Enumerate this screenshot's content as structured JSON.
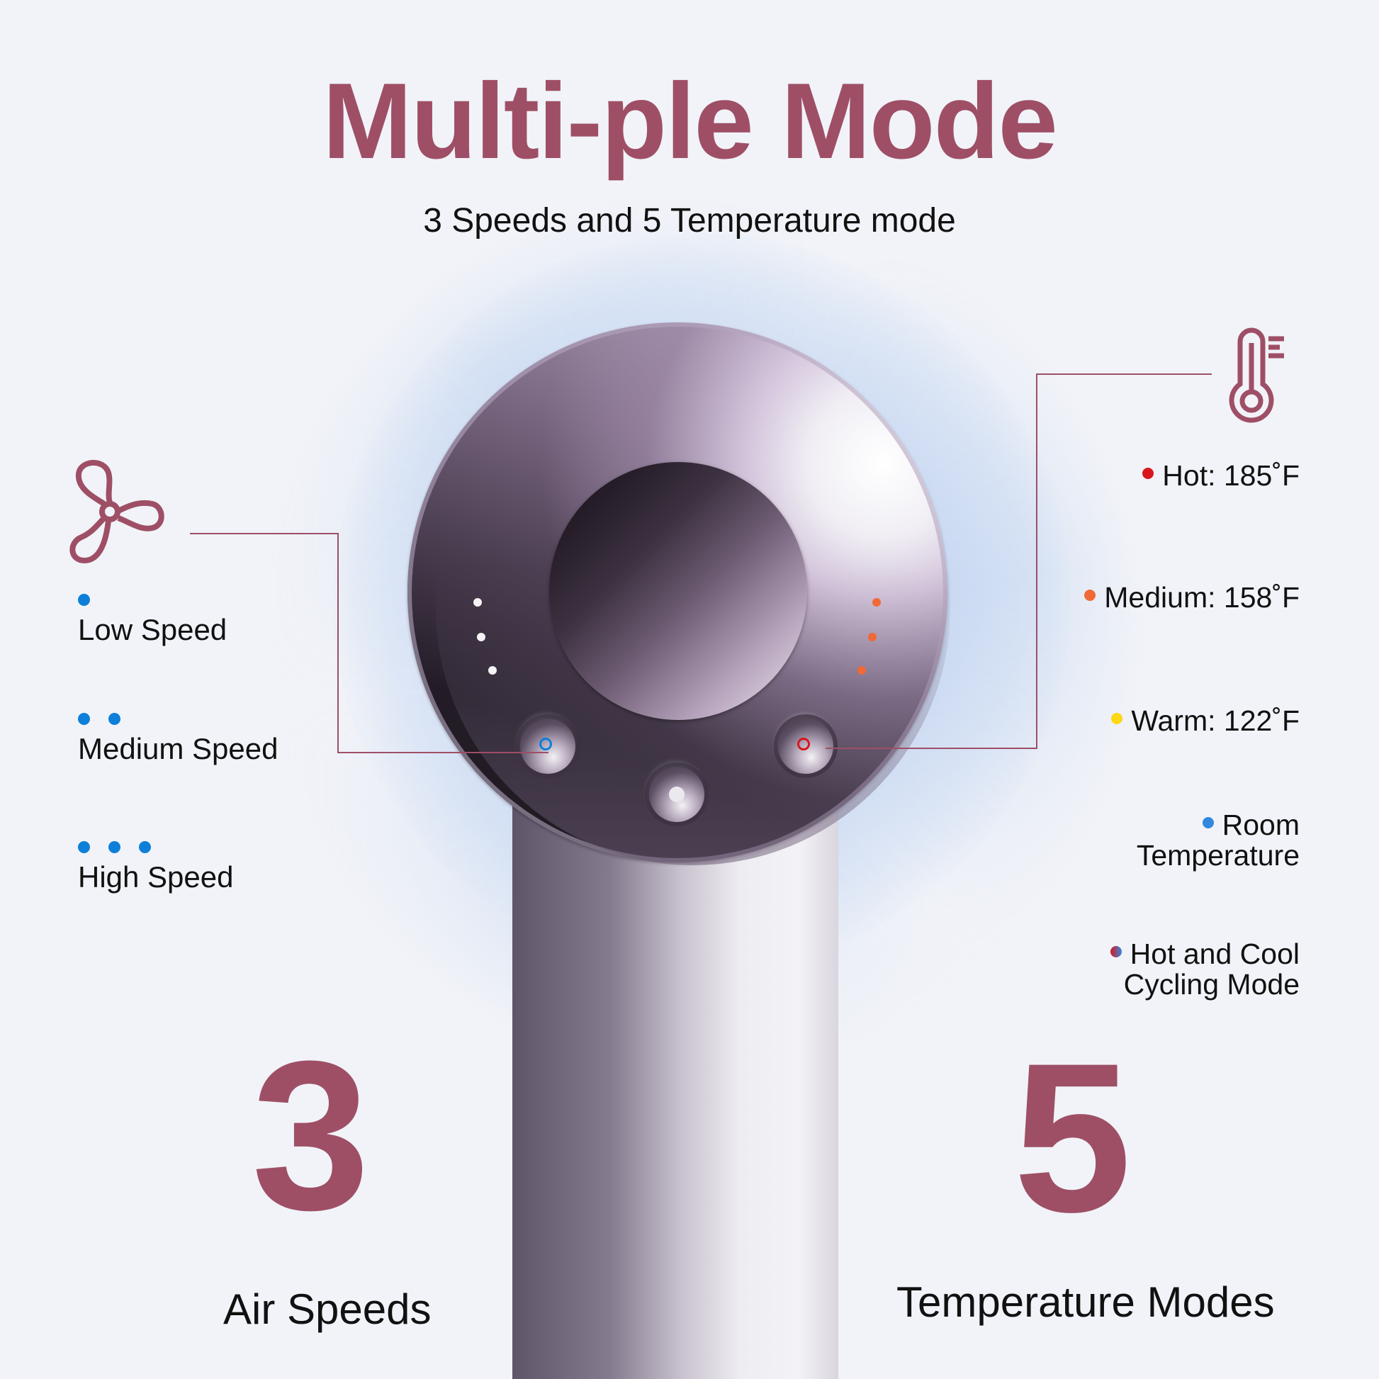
{
  "header": {
    "title": "Multi-ple Mode",
    "subtitle": "3 Speeds and 5 Temperature mode"
  },
  "colors": {
    "accent": "#9e4f66",
    "background": "#f1f3f8",
    "speed_dot": "#0d7fd8",
    "hot": "#d9161c",
    "medium": "#f06a37",
    "warm": "#fbd813",
    "room": "#3288dd"
  },
  "icons": {
    "speed": "fan-icon",
    "temperature": "thermometer-icon"
  },
  "speeds": {
    "items": [
      {
        "label": "Low Speed",
        "dots": 1
      },
      {
        "label": "Medium Speed",
        "dots": 2
      },
      {
        "label": "High Speed",
        "dots": 3
      }
    ]
  },
  "temperatures": {
    "items": [
      {
        "label": "Hot: 185˚F",
        "color": "#d9161c"
      },
      {
        "label": "Medium: 158˚F",
        "color": "#f06a37"
      },
      {
        "label": "Warm: 122˚F",
        "color": "#fbd813"
      },
      {
        "line1": "Room",
        "line2": "Temperature",
        "color": "#3288dd"
      },
      {
        "line1": "Hot and Cool",
        "line2": "Cycling Mode",
        "color": "gradient-red-blue"
      }
    ]
  },
  "stats": {
    "speeds_number": "3",
    "speeds_label": "Air Speeds",
    "temps_number": "5",
    "temps_label": "Temperature Modes"
  },
  "device": {
    "speed_leds": 3,
    "temp_leds": 3,
    "buttons": [
      "speed-button",
      "power-button",
      "temperature-button"
    ]
  }
}
